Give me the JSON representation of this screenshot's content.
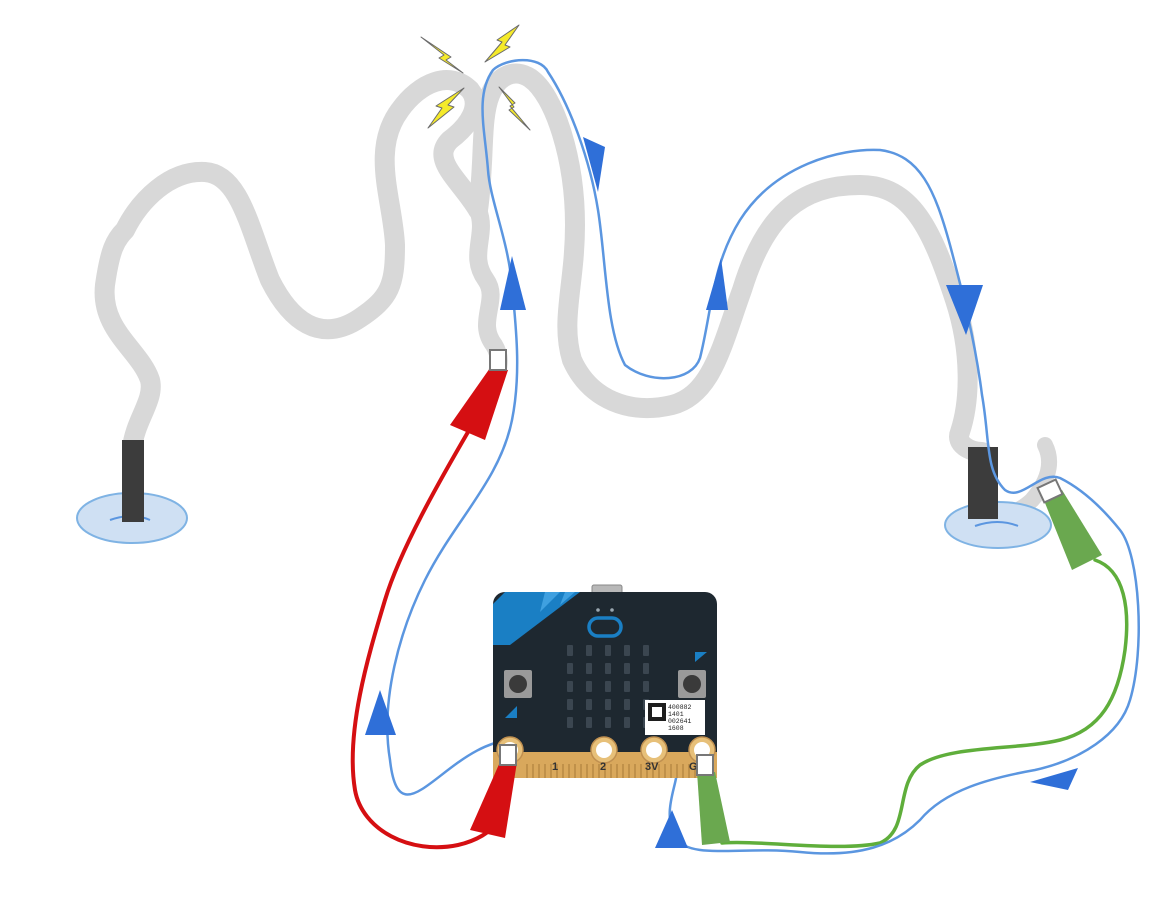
{
  "colors": {
    "blue_wire": "#5b96e0",
    "blue_arrow": "#2f6fd8",
    "red_clip": "#d50f12",
    "green_clip": "#6aa84f",
    "green_wire": "#5fae3b",
    "gray_string": "#d8d8d8",
    "board": "#1e2830",
    "board_accent": "#1a7fc4",
    "gold_edge": "#d9a85c",
    "spark": "#f5ea2a",
    "pad_fill": "#cfe0f3",
    "pad_stroke": "#7fb3e4",
    "probe": "#3c3c3c"
  },
  "icons": [
    "lightning-spark-icon",
    "flow-arrow-icon"
  ],
  "board": {
    "pin_1": "1",
    "pin_2": "2",
    "pin_3v": "3V",
    "pin_gnd": "G",
    "qr_lines": [
      "400882",
      "1401",
      "002641",
      "1608"
    ]
  }
}
